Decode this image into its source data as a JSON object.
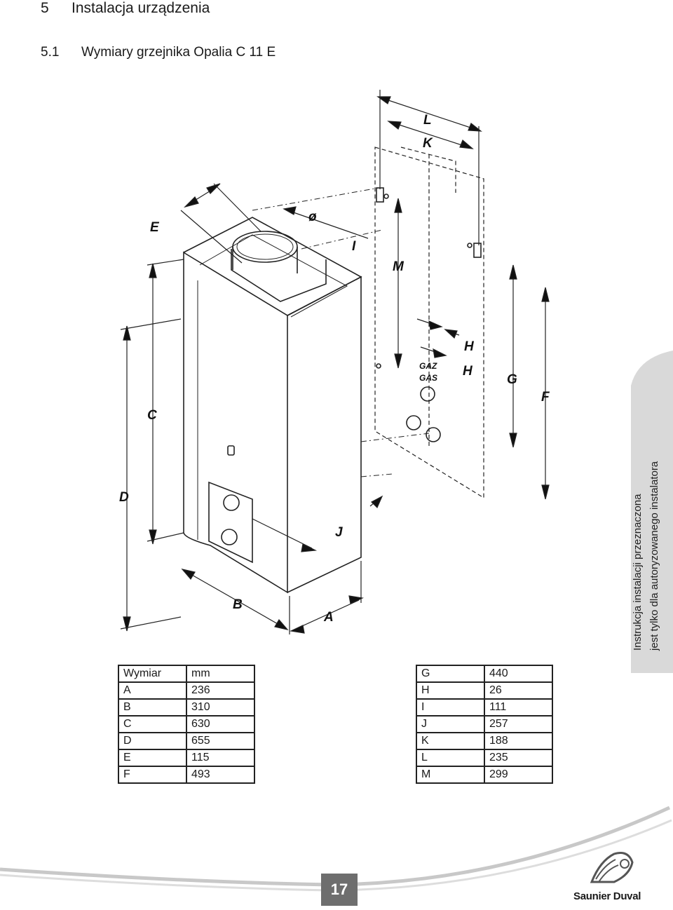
{
  "header": {
    "section_num": "5",
    "section_title": "Instalacja urządzenia",
    "subsection_num": "5.1",
    "subsection_title": "Wymiary grzejnika Opalia C 11 E"
  },
  "drawing_labels": {
    "A": "A",
    "B": "B",
    "C": "C",
    "D": "D",
    "E": "E",
    "F": "F",
    "G": "G",
    "H1": "H",
    "H2": "H",
    "I": "I",
    "J": "J",
    "K": "K",
    "L": "L",
    "M": "M",
    "phi": "ø",
    "gaz": "GAZ",
    "gas": "GAS"
  },
  "side_note": {
    "line1": "Instrukcja instalacji przeznaczona",
    "line2": "jest tylko dla autoryzowanego instalatora"
  },
  "table_left": {
    "header": {
      "key": "Wymiar",
      "value": "mm"
    },
    "rows": [
      {
        "key": "A",
        "value": "236"
      },
      {
        "key": "B",
        "value": "310"
      },
      {
        "key": "C",
        "value": "630"
      },
      {
        "key": "D",
        "value": "655"
      },
      {
        "key": "E",
        "value": "115"
      },
      {
        "key": "F",
        "value": "493"
      }
    ]
  },
  "table_right": {
    "rows": [
      {
        "key": "G",
        "value": "440"
      },
      {
        "key": "H",
        "value": "26"
      },
      {
        "key": "I",
        "value": "111"
      },
      {
        "key": "J",
        "value": "257"
      },
      {
        "key": "K",
        "value": "188"
      },
      {
        "key": "L",
        "value": "235"
      },
      {
        "key": "M",
        "value": "299"
      }
    ]
  },
  "footer": {
    "page_number": "17",
    "brand": "Saunier Duval"
  }
}
